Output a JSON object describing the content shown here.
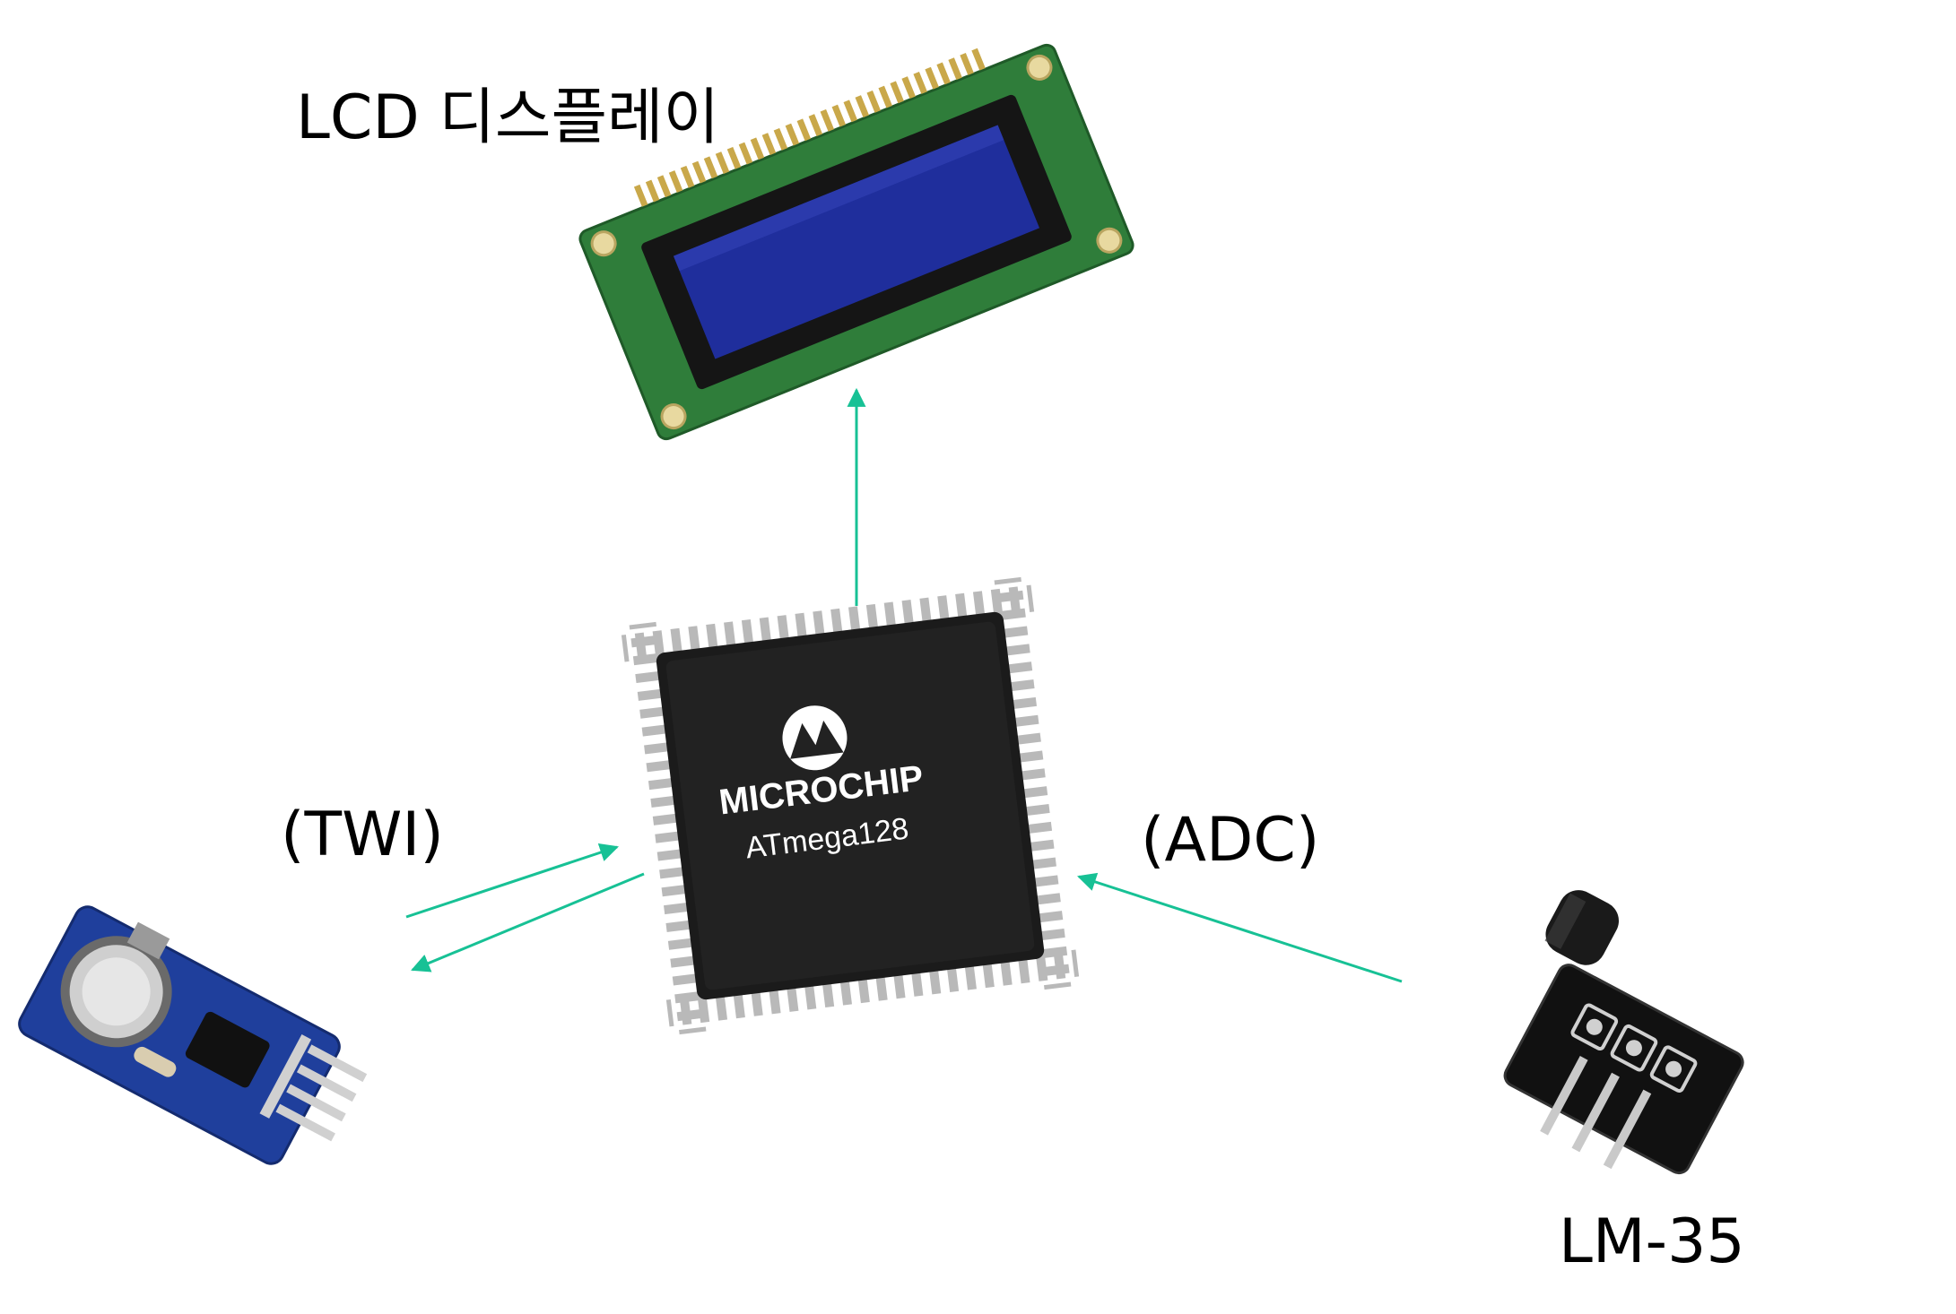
{
  "labels": {
    "lcd": "LCD 디스플레이",
    "twi": "(TWI)",
    "adc": "(ADC)",
    "lm35": "LM-35"
  },
  "chip": {
    "brand": "MICROCHIP",
    "model": "ATmega128"
  },
  "colors": {
    "arrow": "#17c195",
    "chip_body": "#1b1b1b",
    "pcb_green": "#2f7d3a",
    "lcd_screen": "#1f2e9c",
    "rtc_board": "#1f3f9c",
    "sensor_board": "#111111"
  }
}
